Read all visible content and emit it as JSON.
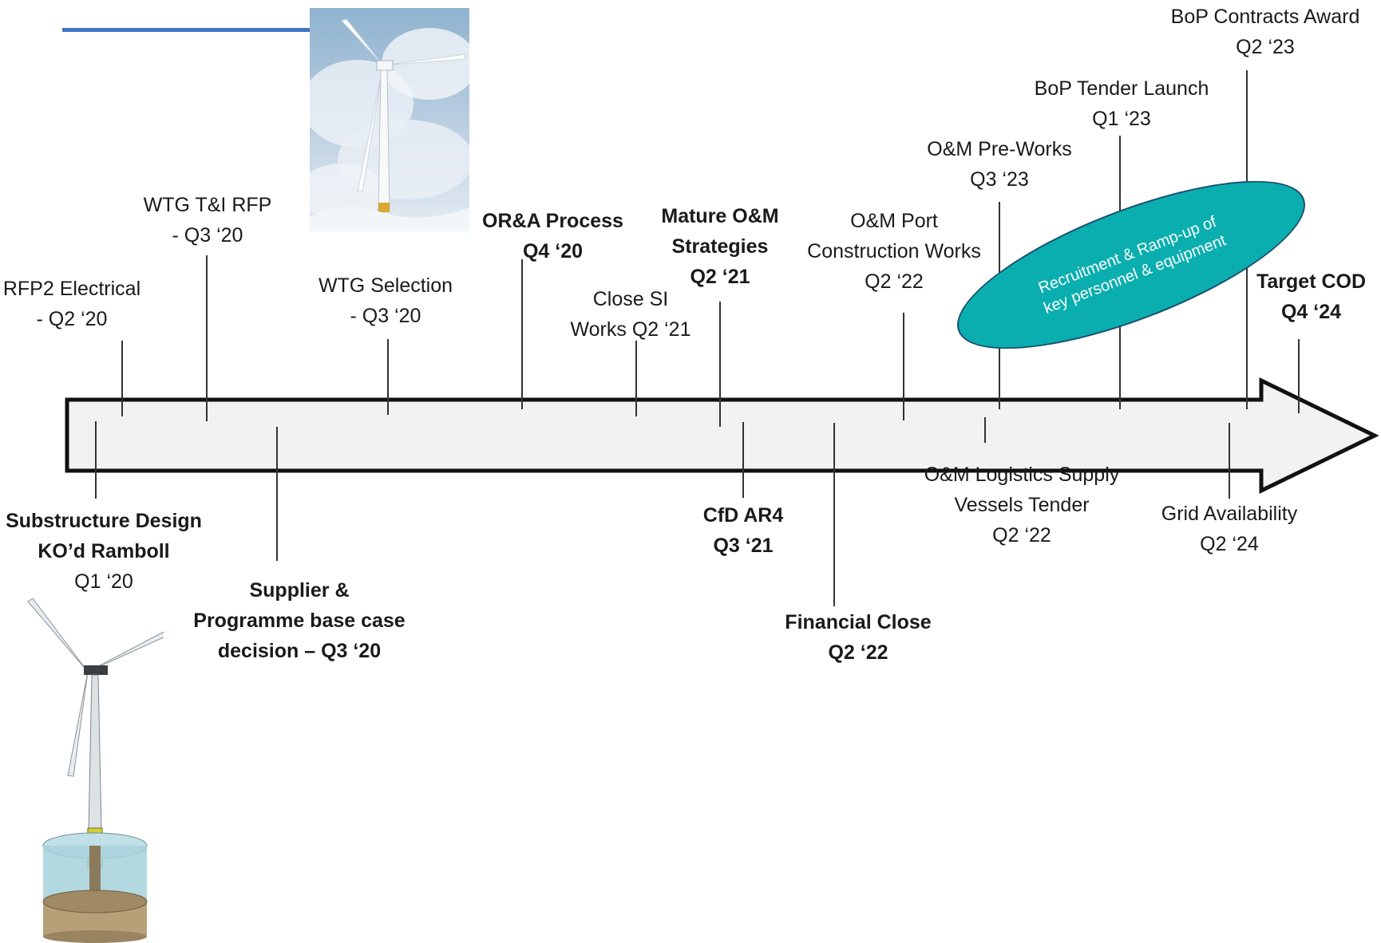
{
  "timeline": {
    "above": [
      {
        "id": "rfp2",
        "lines": [
          "RFP2  Electrical",
          "- Q2 ‘20"
        ],
        "bold": false
      },
      {
        "id": "wtg-ti-rfp",
        "lines": [
          "WTG T&I RFP",
          "- Q3 ‘20"
        ],
        "bold": false
      },
      {
        "id": "wtg-selection",
        "lines": [
          "WTG Selection",
          "- Q3 ‘20"
        ],
        "bold": false
      },
      {
        "id": "ora-process",
        "lines": [
          "OR&A Process",
          "Q4 ‘20"
        ],
        "bold": true
      },
      {
        "id": "close-si",
        "lines": [
          "Close SI",
          "Works Q2 ‘21"
        ],
        "bold": false
      },
      {
        "id": "mature-om",
        "lines": [
          "Mature O&M",
          "Strategies",
          "Q2 ‘21"
        ],
        "bold": true
      },
      {
        "id": "om-port",
        "lines": [
          "O&M Port",
          "Construction Works",
          "Q2 ‘22"
        ],
        "bold": false
      },
      {
        "id": "om-pre-works",
        "lines": [
          "O&M Pre-Works",
          "Q3 ‘23"
        ],
        "bold": false
      },
      {
        "id": "bop-tender",
        "lines": [
          "BoP Tender Launch",
          "Q1 ‘23"
        ],
        "bold": false
      },
      {
        "id": "bop-contracts",
        "lines": [
          "BoP Contracts Award",
          "Q2 ‘23"
        ],
        "bold": false
      },
      {
        "id": "target-cod",
        "lines": [
          "Target COD",
          "Q4 ‘24"
        ],
        "bold": true
      }
    ],
    "below": [
      {
        "id": "substructure",
        "lines": [
          "Substructure Design",
          "KO’d Ramboll",
          "Q1 ‘20"
        ],
        "bold_lines": 2
      },
      {
        "id": "supplier",
        "lines": [
          "Supplier &",
          "Programme base case",
          "decision – Q3 ‘20"
        ],
        "bold_lines": 3
      },
      {
        "id": "cfd-ar4",
        "lines": [
          "CfD AR4",
          "Q3 ‘21"
        ],
        "bold_lines": 2
      },
      {
        "id": "financial-close",
        "lines": [
          "Financial Close",
          "Q2 ‘22"
        ],
        "bold_lines": 2
      },
      {
        "id": "om-logistics",
        "lines": [
          "O&M Logistics Supply",
          "Vessels Tender",
          "Q2 ‘22"
        ],
        "bold_lines": 0
      },
      {
        "id": "grid",
        "lines": [
          "Grid Availability",
          "Q2 ‘24"
        ],
        "bold_lines": 0
      }
    ]
  },
  "callout": {
    "lines": [
      "Recruitment & Ramp-up of",
      "key personnel & equipment"
    ]
  },
  "colors": {
    "arrow_fill": "#f2f2f2",
    "callout_fill": "#0aaeae",
    "header_line": "#4472c4",
    "line": "#333333"
  },
  "images": [
    "wind-turbine-photo",
    "turbine-foundation-drawing"
  ]
}
